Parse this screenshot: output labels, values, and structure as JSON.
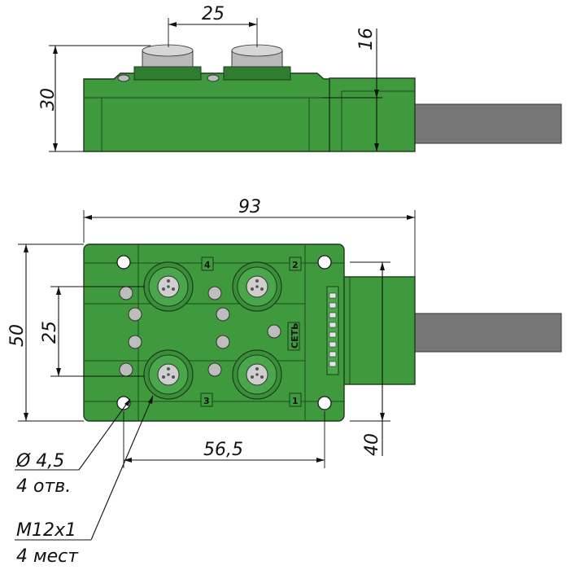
{
  "dimensions": {
    "pitch_top": "25",
    "cable_height": "16",
    "height": "30",
    "length": "93",
    "width": "50",
    "pitch_side": "25",
    "hole_spacing": "56,5",
    "flange_width": "40"
  },
  "callouts": {
    "hole_diameter": "Ø 4,5",
    "hole_count": "4 отв.",
    "thread": "M12x1",
    "thread_count": "4 мест"
  },
  "port_labels": [
    "4",
    "2",
    "3",
    "1"
  ],
  "power_label": "СЕТЬ",
  "colors": {
    "housing": "#3f9a3e",
    "cable": "#777777",
    "connector_metal": "#b9b9b9"
  }
}
